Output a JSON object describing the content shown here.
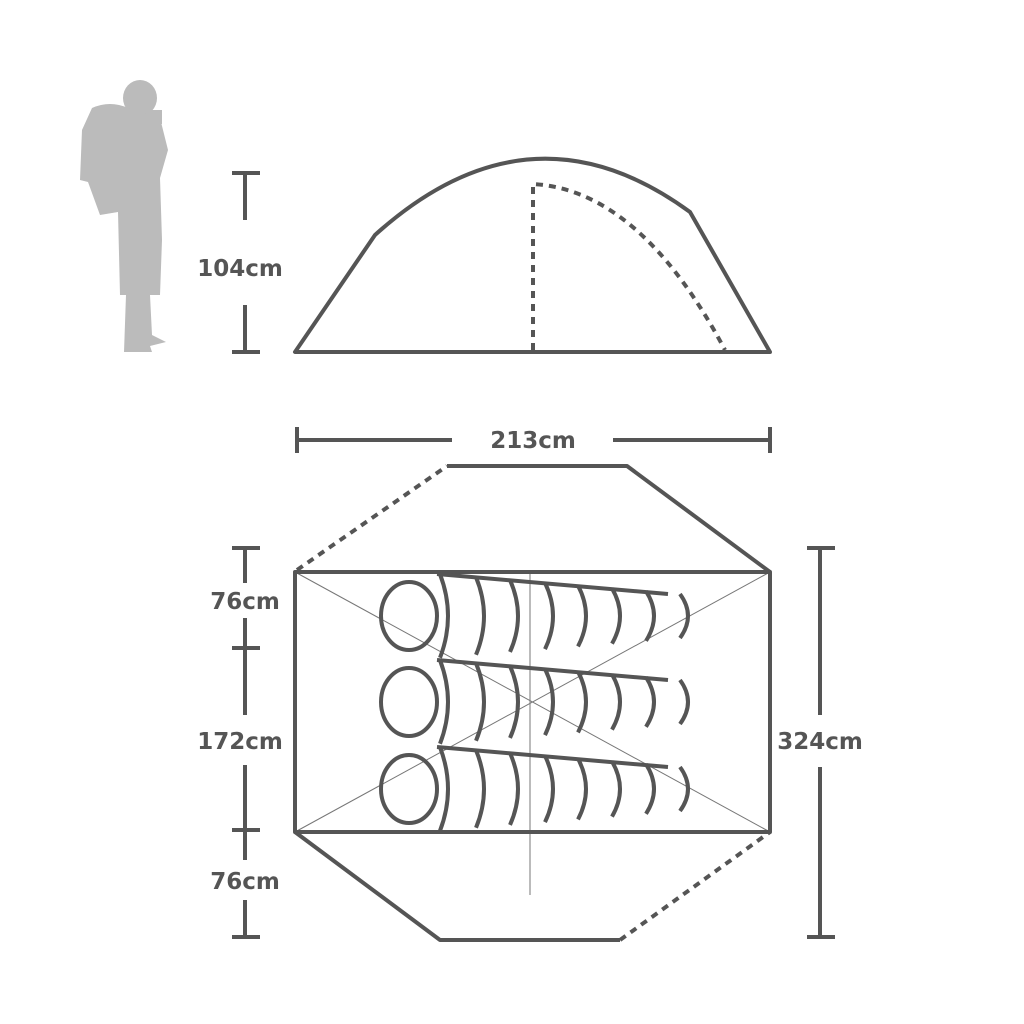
{
  "colors": {
    "line": "#555555",
    "silhouette": "#bbbbbb"
  },
  "icons": {
    "person": "person-with-backpack-silhouette"
  },
  "dimensions": {
    "height": "104cm",
    "width": "213cm",
    "vestibule_front": "76cm",
    "inner_length": "172cm",
    "vestibule_rear": "76cm",
    "total_length": "324cm"
  },
  "sleeping_bags": 3
}
